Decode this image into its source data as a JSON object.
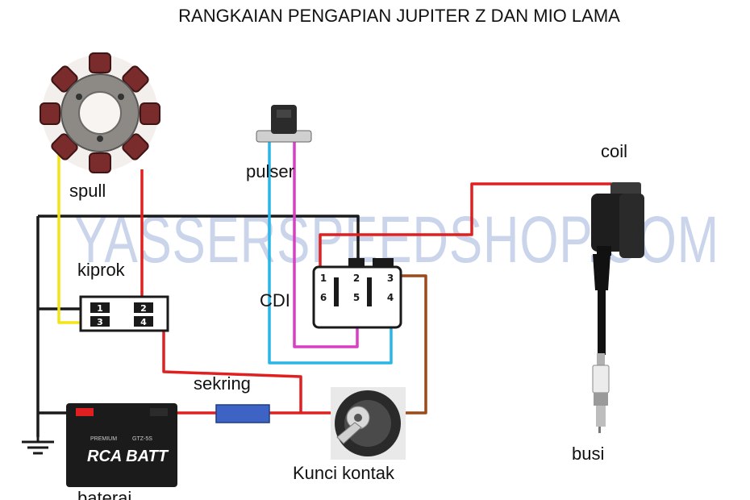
{
  "title": "RANGKAIAN PENGAPIAN JUPITER Z DAN MIO LAMA",
  "watermark": "YASSERSPEEDSHOP.COM",
  "components": {
    "spull": "spull",
    "kiprok": "kiprok",
    "pulser": "pulser",
    "cdi": "CDI",
    "coil": "coil",
    "busi": "busi",
    "sekring": "sekring",
    "kunci_kontak": "Kunci kontak",
    "baterai": "baterai"
  },
  "kiprok_pins": [
    "1",
    "2",
    "3",
    "4"
  ],
  "cdi_pins": [
    "1",
    "2",
    "3",
    "6",
    "5",
    "4"
  ],
  "battery": {
    "brand": "RCA BATT",
    "prefix": "PREMIUM",
    "model": "GTZ-5S"
  },
  "colors": {
    "red": "#e02020",
    "yellow": "#f2e313",
    "black": "#1a1a1a",
    "blue": "#29b6e6",
    "magenta": "#d93fc4",
    "brown": "#9a4a1e",
    "watermark": "#b9c6e3"
  }
}
